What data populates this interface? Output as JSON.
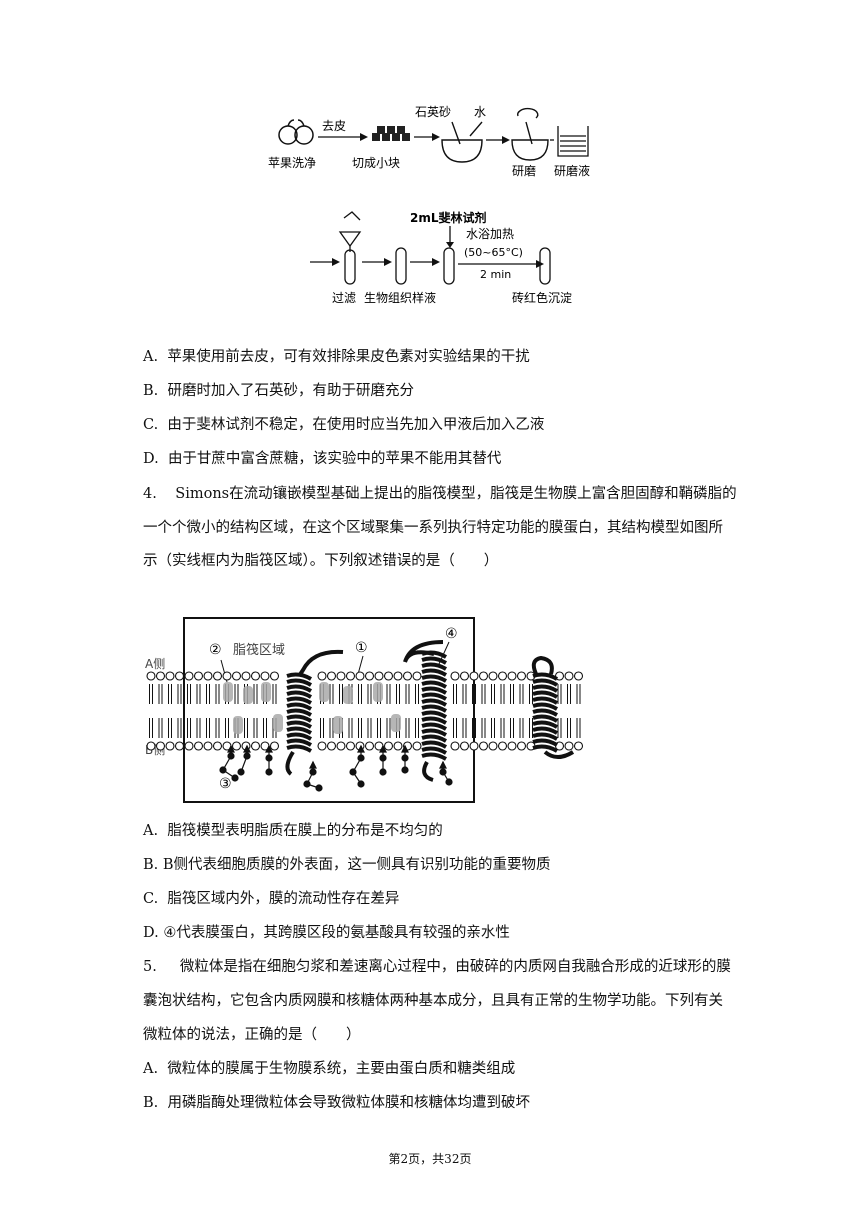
{
  "figure1": {
    "labels": {
      "apple_wash": "苹果洗净",
      "peel": "去皮",
      "cut": "切成小块",
      "quartz_sand": "石英砂",
      "water": "水",
      "grind": "研磨",
      "grind_liquid": "研磨液",
      "filter": "过滤",
      "sample": "生物组织样液",
      "fehling": "2mL斐林试剂",
      "water_bath": "水浴加热",
      "temp": "(50~65°C)",
      "time": "2 min",
      "precipitate": "砖红色沉淀"
    }
  },
  "q3_options": [
    {
      "letter": "A.",
      "text": "苹果使用前去皮，可有效排除果皮色素对实验结果的干扰"
    },
    {
      "letter": "B.",
      "text": "研磨时加入了石英砂，有助于研磨充分"
    },
    {
      "letter": "C.",
      "text": "由于斐林试剂不稳定，在使用时应当先加入甲液后加入乙液"
    },
    {
      "letter": "D.",
      "text": "由于甘蔗中富含蔗糖，该实验中的苹果不能用其替代"
    }
  ],
  "q4": {
    "number": "4.",
    "line1": "Simons在流动镶嵌模型基础上提出的脂筏模型，脂筏是生物膜上富含胆固醇和鞘磷脂的",
    "line2": "一个个微小的结构区域，在这个区域聚集一系列执行特定功能的膜蛋白，其结构模型如图所",
    "line3": "示（实线框内为脂筏区域）。下列叙述错误的是（　　）"
  },
  "figure2": {
    "side_a": "A侧",
    "side_b": "B侧",
    "raft_label": "脂筏区域",
    "mark1": "①",
    "mark2": "②",
    "mark3": "③",
    "mark4": "④"
  },
  "q4_options": [
    {
      "letter": "A.",
      "text": "脂筏模型表明脂质在膜上的分布是不均匀的"
    },
    {
      "letter": "B.",
      "text": "B侧代表细胞质膜的外表面，这一侧具有识别功能的重要物质"
    },
    {
      "letter": "C.",
      "text": "脂筏区域内外，膜的流动性存在差异"
    },
    {
      "letter": "D.",
      "text": "④代表膜蛋白，其跨膜区段的氨基酸具有较强的亲水性"
    }
  ],
  "q5": {
    "number": "5.",
    "line1": "微粒体是指在细胞匀浆和差速离心过程中，由破碎的内质网自我融合形成的近球形的膜",
    "line2": "囊泡状结构，它包含内质网膜和核糖体两种基本成分，且具有正常的生物学功能。下列有关",
    "line3": "微粒体的说法，正确的是（　　）"
  },
  "q5_options": [
    {
      "letter": "A.",
      "text": "微粒体的膜属于生物膜系统，主要由蛋白质和糖类组成"
    },
    {
      "letter": "B.",
      "text": "用磷脂酶处理微粒体会导致微粒体膜和核糖体均遭到破坏"
    }
  ],
  "footer": "第2页，共32页"
}
